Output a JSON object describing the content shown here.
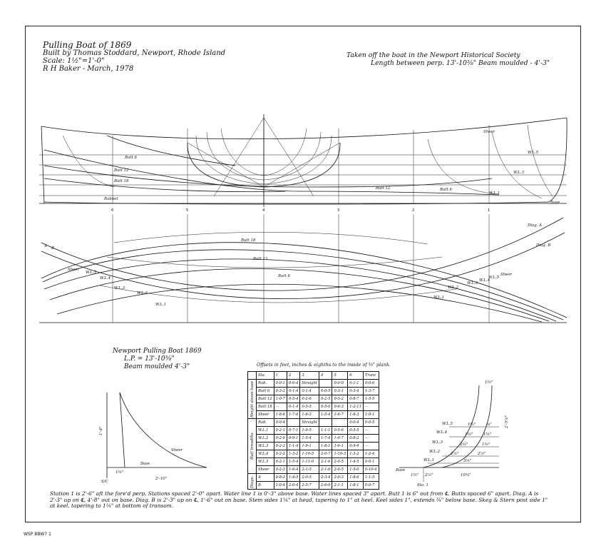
{
  "title_block": {
    "line1": "Pulling Boat of 1869",
    "line2": "Built by Thomas Stoddard, Newport, Rhode Island",
    "line3": "Scale: 1½\"=1'-0\"",
    "line4": "R H Baker - March, 1978"
  },
  "right_title": {
    "line1": "Taken off the boat in the Newport Historical Society",
    "line2": "Length between perp. 13'-10⅜\"      Beam moulded - 4'-3\""
  },
  "profile_labels": {
    "sheer": "Sheer",
    "wl5": "W.L.5",
    "wl3": "W.L.3",
    "wl1": "W.L.1",
    "base": "Base",
    "butt6": "Butt 6",
    "butt12": "Butt 12",
    "butt18": "Butt 18",
    "rabbet": "Rabbet",
    "butt12b": "Butt 12",
    "butt6b": "Butt 6"
  },
  "stations": [
    "6",
    "5",
    "4",
    "3",
    "2",
    "1"
  ],
  "plan_labels": {
    "diag_a": "Diag. A",
    "diag_b": "Diag. B",
    "butt6": "Butt 6",
    "butt12": "Butt 12",
    "butt18": "Butt 18",
    "wl1": "W.L.1",
    "wl2": "W.L.2",
    "wl3": "W.L.3",
    "wl4": "W.L.4",
    "wl5": "W.L.5",
    "sheer": "Sheer",
    "a": "A",
    "b": "B"
  },
  "secondary_title": {
    "line1": "Newport Pulling Boat 1869",
    "line2": "L.P. = 13'-10⅜\"",
    "line3": "Beam moulded 4'-3\""
  },
  "offsets_caption": "Offsets in feet, inches & eighths to the inside of ⅜\" plank.",
  "offsets": {
    "header": [
      "Sta.",
      "1",
      "2",
      "3",
      "4",
      "5",
      "6",
      "Trans"
    ],
    "groups": [
      {
        "name": "Height above base",
        "rows": [
          [
            "Rab.",
            "0-0-1",
            "0-0-4",
            "Straight",
            "",
            "0-0-0",
            "0-1-1",
            "0-0-6"
          ],
          [
            "Butt 6",
            "0-3-2",
            "0-1-4",
            "0-1-4",
            "0-0-5",
            "0-3-1",
            "0-3-4",
            "1-3-7"
          ],
          [
            "Butt 12",
            "1-0-7",
            "0-5-4",
            "0-2-6",
            "0-2-5",
            "0-5-2",
            "0-8-7",
            "1-5-5"
          ],
          [
            "Butt 18",
            "—",
            "0-1-4",
            "0-5-5",
            "0-5-0",
            "0-6-3",
            "1-2-11",
            "—"
          ],
          [
            "Sheer",
            "1-8-6",
            "1-7-6",
            "1-6-3",
            "1-5-4",
            "1-6-7",
            "1-8-3",
            "1-9-1"
          ]
        ]
      },
      {
        "name": "Half breadths",
        "rows": [
          [
            "Rab.",
            "0-0-4",
            "",
            "Straight",
            "",
            "",
            "0-0-4",
            "0-0-5"
          ],
          [
            "W.L.1",
            "0-2-1",
            "0-7-1",
            "1-0-5",
            "1-1-1",
            "0-5-6",
            "0-5-5",
            "—"
          ],
          [
            "W.L.2",
            "0-2-0",
            "0-9-1",
            "1-5-4",
            "1-7-4",
            "1-0-7",
            "0-8-2",
            "—"
          ],
          [
            "W.L.3",
            "0-2-2",
            "1-1-4",
            "1-9-1",
            "1-8-1",
            "1-6-1",
            "0-9-4",
            "—"
          ],
          [
            "W.L.4",
            "0-2-2",
            "1-3-2",
            "1-10-5",
            "2-0-7",
            "1-10-3",
            "1-3-2",
            "1-2-4"
          ],
          [
            "W.L.5",
            "0-2-1",
            "1-5-4",
            "1-11-0",
            "2-1-6",
            "2-0-5",
            "1-4-5",
            "0-0-1"
          ],
          [
            "Sheer",
            "0-2-3",
            "1-6-4",
            "2-1-5",
            "2-1-6",
            "2-0-5",
            "1-5-0",
            "0-10-6"
          ]
        ]
      },
      {
        "name": "Diags.",
        "rows": [
          [
            "A",
            "0-8-3",
            "1-4-5",
            "2-0-5",
            "2-3-4",
            "2-0-3",
            "1-8-6",
            "1-1-5"
          ],
          [
            "B",
            "1-0-4",
            "2-0-4",
            "2-5-7",
            "2-6-0",
            "2-1-1",
            "1-8-1",
            "0-0-7"
          ]
        ]
      }
    ]
  },
  "transom_labels": {
    "dim_side": "1'-4\"",
    "bottom": "1⅜\"",
    "length": "2'-10\"",
    "s_c": "S/C",
    "sheer": "Sheer",
    "base": "Base"
  },
  "stem_labels": {
    "top": "1⅜\"",
    "height": "2'-5⅞\"",
    "base": "Base",
    "wl5": "W.L.5",
    "wl4": "W.L.4",
    "wl3": "W.L.3",
    "wl2": "W.L.2",
    "wl1": "W.L.1",
    "r5": "⅜\"",
    "r4": "1⅜\"",
    "r3": "1⅜\"",
    "r2": "2⅞\"",
    "r1": "3⅜\"",
    "l5": "1⅜\"",
    "l4": "1⅜\"",
    "l3": "2⅛\"",
    "l2": "2⅞\"",
    "base_left": "1⅜\"",
    "base_mid": "2⅞\"",
    "base_right": "10⅜\"",
    "sta1": "Sta. 1"
  },
  "construction_note": "Station 1 is 2'-6\" aft the fore'd perp. Stations spaced 2'-0\" apart. Water line 1 is 0'-3\" above base. Water lines spaced 3\" apart. Butt 1 is 6\" out from ℄. Butts spaced 6\" apart. Diag. A is 2'-3\" up on ℄, 4'-8\" out on base. Diag. B is 2'-3\" up on ℄, 1'-6\" out on base. Stem sides 1¼\" at head, tapering to 1\" at heel. Keel sides 1\", extends ¾\" below base. Skeg & Stern post side 1\" at keel, tapering to 1¼\" at bottom of transom.",
  "drawing_code": "WSP BBW7 1"
}
